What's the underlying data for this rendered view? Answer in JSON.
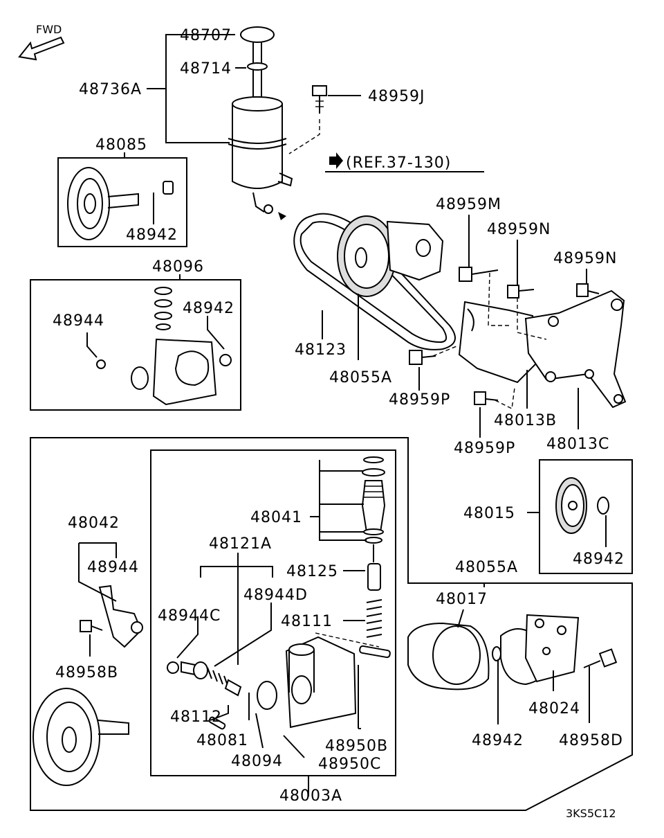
{
  "fwd_label": "FWD",
  "ref_label": "(REF.37-130)",
  "diagram_code": "3KS5C12",
  "labels": [
    {
      "id": "48707",
      "text": "48707"
    },
    {
      "id": "48714",
      "text": "48714"
    },
    {
      "id": "48736A",
      "text": "48736A"
    },
    {
      "id": "48959J",
      "text": "48959J"
    },
    {
      "id": "48085",
      "text": "48085"
    },
    {
      "id": "48942-a",
      "text": "48942"
    },
    {
      "id": "48096",
      "text": "48096"
    },
    {
      "id": "48944-a",
      "text": "48944"
    },
    {
      "id": "48942-b",
      "text": "48942"
    },
    {
      "id": "48123",
      "text": "48123"
    },
    {
      "id": "48055A-a",
      "text": "48055A"
    },
    {
      "id": "48959M",
      "text": "48959M"
    },
    {
      "id": "48959N-a",
      "text": "48959N"
    },
    {
      "id": "48959N-b",
      "text": "48959N"
    },
    {
      "id": "48959P-a",
      "text": "48959P"
    },
    {
      "id": "48013B",
      "text": "48013B"
    },
    {
      "id": "48959P-b",
      "text": "48959P"
    },
    {
      "id": "48013C",
      "text": "48013C"
    },
    {
      "id": "48015",
      "text": "48015"
    },
    {
      "id": "48942-c",
      "text": "48942"
    },
    {
      "id": "48041",
      "text": "48041"
    },
    {
      "id": "48121A",
      "text": "48121A"
    },
    {
      "id": "48125",
      "text": "48125"
    },
    {
      "id": "48944D",
      "text": "48944D"
    },
    {
      "id": "48944C",
      "text": "48944C"
    },
    {
      "id": "48111",
      "text": "48111"
    },
    {
      "id": "48042",
      "text": "48042"
    },
    {
      "id": "48944-b",
      "text": "48944"
    },
    {
      "id": "48958B",
      "text": "48958B"
    },
    {
      "id": "48112",
      "text": "48112"
    },
    {
      "id": "48081",
      "text": "48081"
    },
    {
      "id": "48094",
      "text": "48094"
    },
    {
      "id": "48950B",
      "text": "48950B"
    },
    {
      "id": "48950C",
      "text": "48950C"
    },
    {
      "id": "48003A",
      "text": "48003A"
    },
    {
      "id": "48055A-b",
      "text": "48055A"
    },
    {
      "id": "48017",
      "text": "48017"
    },
    {
      "id": "48024",
      "text": "48024"
    },
    {
      "id": "48942-d",
      "text": "48942"
    },
    {
      "id": "48958D",
      "text": "48958D"
    }
  ]
}
